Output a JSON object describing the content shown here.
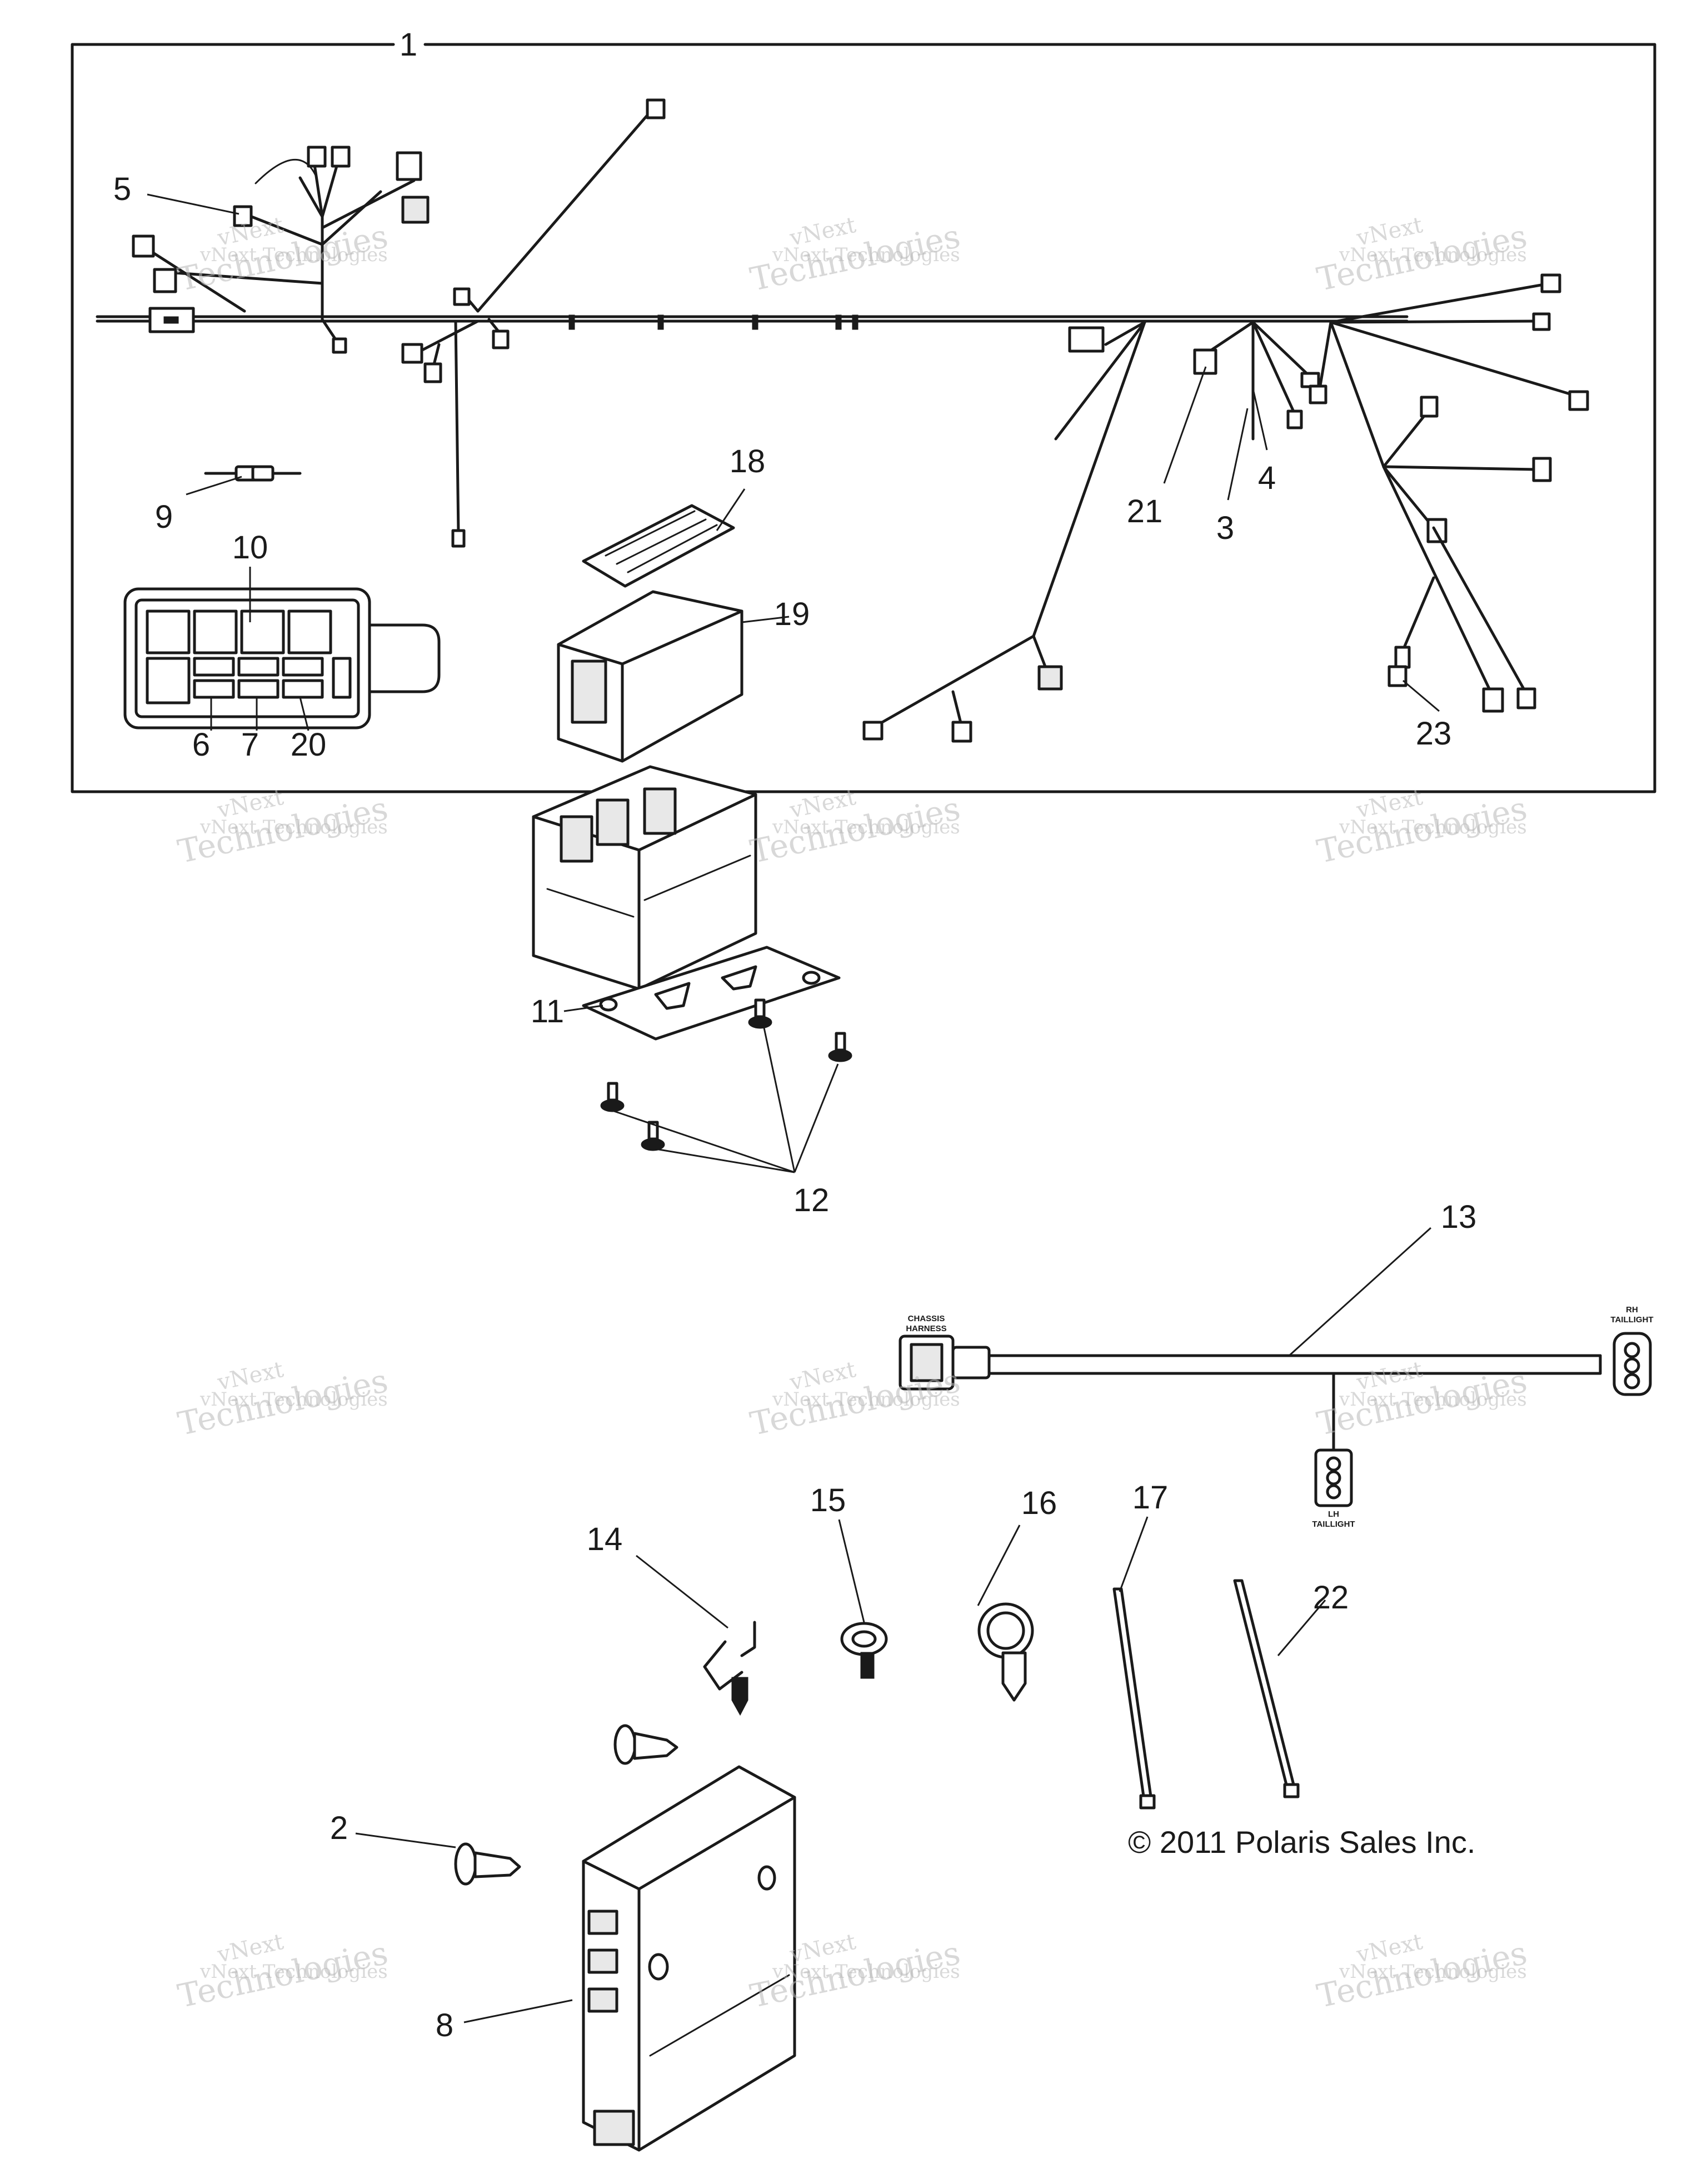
{
  "callouts": {
    "c1": "1",
    "c2": "2",
    "c3": "3",
    "c4": "4",
    "c5": "5",
    "c6": "6",
    "c7": "7",
    "c8": "8",
    "c9": "9",
    "c10": "10",
    "c11": "11",
    "c12": "12",
    "c13": "13",
    "c14": "14",
    "c15": "15",
    "c16": "16",
    "c17": "17",
    "c18": "18",
    "c19": "19",
    "c20": "20",
    "c21": "21",
    "c22": "22",
    "c23": "23"
  },
  "labels": {
    "chassis_harness_1": "CHASSIS",
    "chassis_harness_2": "HARNESS",
    "rh_taillight_1": "RH",
    "rh_taillight_2": "TAILLIGHT",
    "lh_taillight_1": "LH",
    "lh_taillight_2": "TAILLIGHT"
  },
  "copyright": "© 2011 Polaris Sales Inc.",
  "watermark": {
    "line1": "vNext Technologies",
    "line2": "vNext",
    "line3": "Technologies"
  }
}
